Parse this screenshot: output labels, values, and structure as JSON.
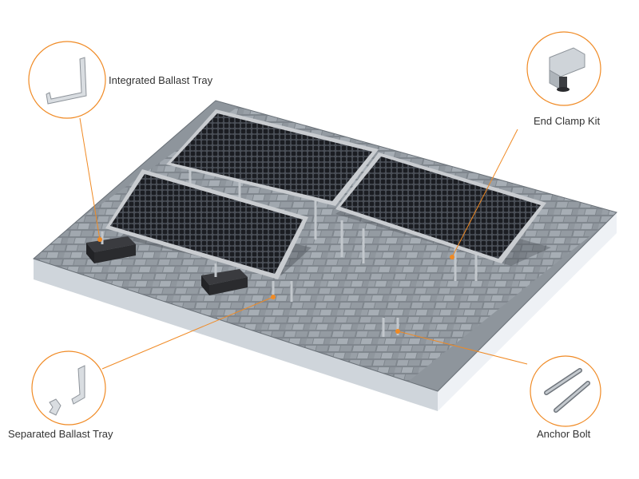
{
  "labels": {
    "integrated_ballast_tray": "Integrated Ballast Tray",
    "end_clamp_kit": "End Clamp Kit",
    "separated_ballast_tray": "Separated Ballast Tray",
    "anchor_bolt": "Anchor Bolt"
  },
  "colors": {
    "accent": "#F08A24",
    "panel_cell": "#1b1d22",
    "panel_frame": "#c9ccd0",
    "roof_top": "#8e959c",
    "roof_side": "#e9edf2",
    "ballast_block": "#2a2b2e"
  }
}
